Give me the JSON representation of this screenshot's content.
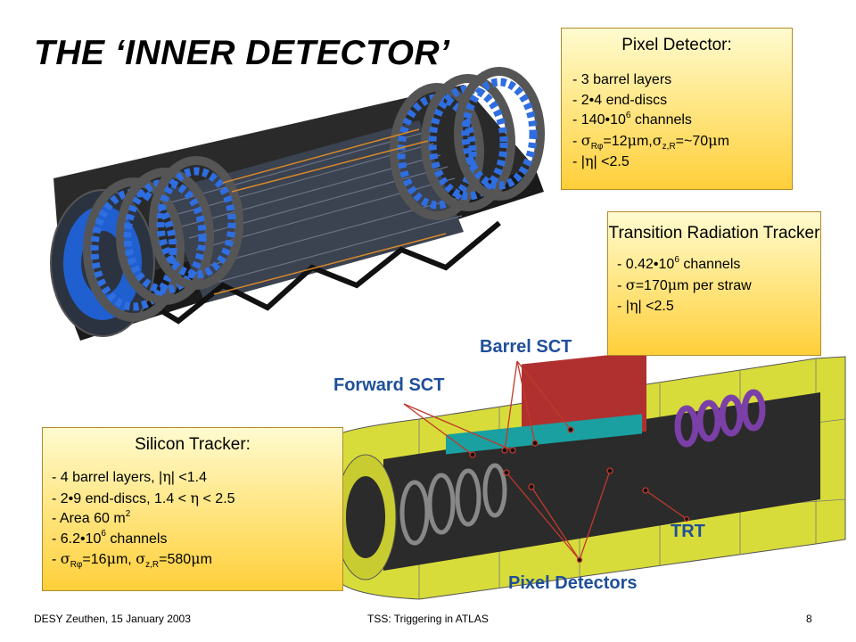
{
  "slide": {
    "title": "THE ‘INNER DETECTOR’",
    "page_number": "8"
  },
  "pixel_box": {
    "heading": "Pixel Detector:",
    "items": [
      "- 3 barrel layers",
      "- 2•4 end-discs",
      "- 140•10",
      "- ",
      "- |",
      "| <2.5"
    ],
    "exp": "6",
    "channels_suffix": " channels",
    "res_a": "=12",
    "res_b": "m,",
    "res_c": "=~70",
    "res_d": "m",
    "sub_rphi": "Rφ",
    "sub_zr": "z,R",
    "sigma": "σ",
    "mu": "μ",
    "eta": "η"
  },
  "trt_box": {
    "heading": "Transition Radiation Tracker",
    "item1": "- 0.42•10",
    "item1_exp": "6",
    "item1_suffix": " channels",
    "item2_a": "- ",
    "item2_b": "=170",
    "item2_c": "m per straw",
    "item3_a": "- |",
    "item3_b": "| <2.5"
  },
  "si_box": {
    "heading": "Silicon Tracker:",
    "item1_a": "- 4 barrel layers, |",
    "item1_b": "| <1.4",
    "item2_a": "- 2•9 end-discs, 1.4 < ",
    "item2_b": " < 2.5",
    "item3_a": "- Area 60 m",
    "item3_exp": "2",
    "item4_a": "- 6.2•10",
    "item4_exp": "6",
    "item4_b": " channels",
    "item5_a": "- ",
    "item5_b": "=16",
    "item5_c": "m, ",
    "item5_d": "=580",
    "item5_e": "m"
  },
  "labels": {
    "barrel_sct": "Barrel SCT",
    "forward_sct": "Forward SCT",
    "trt": "TRT",
    "pixel_detectors": "Pixel Detectors"
  },
  "footer": {
    "left": "DESY Zeuthen, 15 January 2003",
    "center": "TSS: Triggering in ATLAS"
  },
  "colors": {
    "label_blue": "#1f4f9a",
    "box_yellow": "#ffd84a",
    "pointer_red": "#c0392b"
  }
}
